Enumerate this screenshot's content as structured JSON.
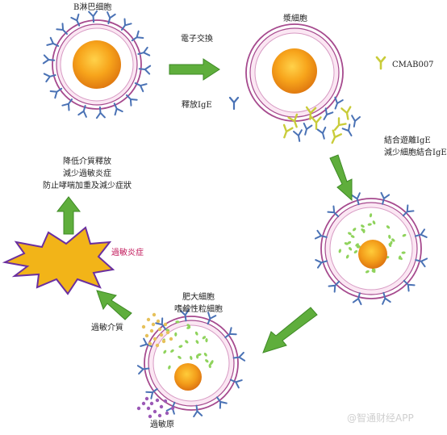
{
  "labels": {
    "b_cell": "B淋巴细胞",
    "elec_exchange": "電子交換",
    "release_ige": "釋放IgE",
    "plasma_cell": "漿細胞",
    "cmab007": "CMAB007",
    "bind_free_ige": "結合遊離IgE",
    "reduce_binding": "減少細胞結合IgE",
    "mast_cell": "肥大細胞",
    "basophil": "嗜鹼性粒細胞",
    "allergy_mediator": "過敏介質",
    "allergen": "過敏原",
    "allergic_inflammation": "過敏炎症",
    "outcomes": [
      "降低介質釋放",
      "減少過敏炎症",
      "防止哮喘加重及減少症狀"
    ],
    "watermark": "@智通财经APP"
  },
  "colors": {
    "membrane": "#a64a8e",
    "membrane_fill": "#fbe7f3",
    "nucleus_outer": "#f7a41b",
    "nucleus_inner": "#e9861a",
    "antibody_blue": "#4a72b5",
    "antibody_yellow": "#c9cc3a",
    "granule_green": "#8fd35c",
    "arrow_green": "#5fae3c",
    "arrow_green_dark": "#3e8a25",
    "burst_fill": "#f2b418",
    "burst_stroke": "#6a2fa0",
    "allergen_purple": "#9b59b6",
    "mediator_yellow": "#e6c15a",
    "text_pink": "#c2185b"
  },
  "icons": [
    "cell-icon",
    "nucleus-icon",
    "antibody-icon",
    "arrow-icon",
    "burst-icon",
    "granule-icon"
  ]
}
